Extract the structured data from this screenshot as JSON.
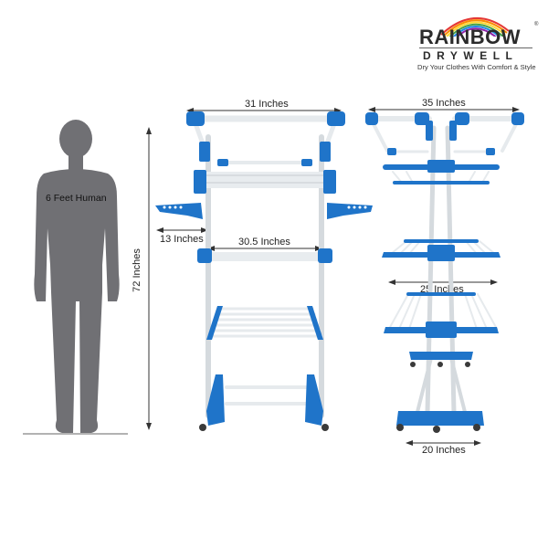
{
  "brand": {
    "name": "RAINBOW",
    "sub_name": "DRYWELL",
    "tagline": "Dry Your Clothes With Comfort & Style",
    "registered_mark": "®",
    "rainbow_colors": [
      "#e53935",
      "#fb8c00",
      "#fdd835",
      "#43a047",
      "#1e88e5",
      "#8e24aa"
    ]
  },
  "human": {
    "label": "6 Feet Human",
    "color": "#707074"
  },
  "dimensions": {
    "height": "72 Inches",
    "front_top_width": "31 Inches",
    "front_middle_width": "30.5 Inches",
    "wing_extension": "13 Inches",
    "side_top_width": "35 Inches",
    "side_middle_width": "25 Inches",
    "side_base_width": "20 Inches"
  },
  "colors": {
    "accent_blue": "#1f74c9",
    "pipe_white": "#e8ecef",
    "pipe_shadow": "#b8bfc6",
    "wheel": "#3a3a3a",
    "arrow": "#333333"
  }
}
